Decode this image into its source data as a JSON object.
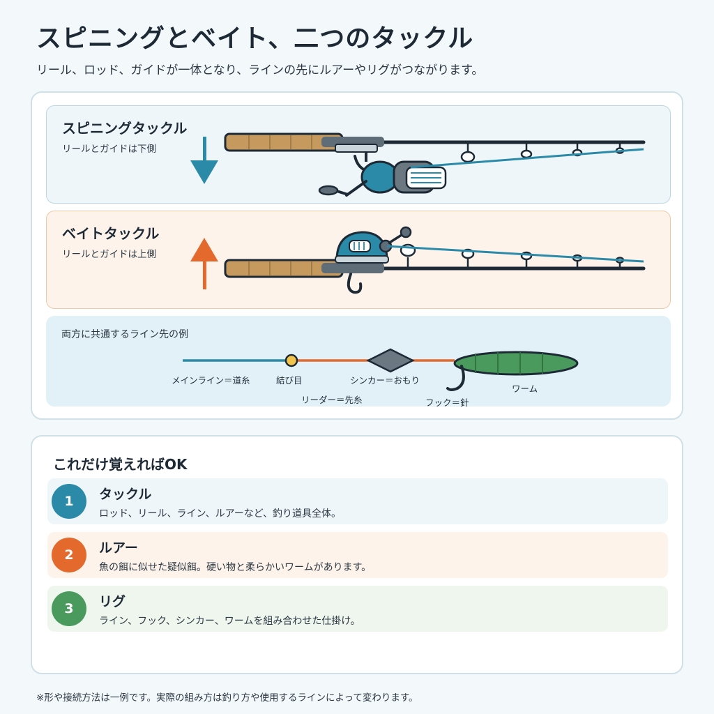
{
  "header": {
    "title": "スピニングとベイト、二つのタックル",
    "subtitle": "リール、ロッド、ガイドが一体となり、ラインの先にルアーやリグがつながります。"
  },
  "spinning": {
    "title": "スピニングタックル",
    "desc": "リールとガイドは下側",
    "arrow": "down",
    "color": "#2a8aa8"
  },
  "baitcasting": {
    "title": "ベイトタックル",
    "desc": "リールとガイドは上側",
    "arrow": "up",
    "color": "#e36a2c"
  },
  "line_example": {
    "title": "両方に共通するライン先の例",
    "labels": {
      "main_line": "メインライン＝道糸",
      "knot": "結び目",
      "leader": "リーダー＝先糸",
      "sinker": "シンカー＝おもり",
      "hook": "フック＝針",
      "worm": "ワーム"
    }
  },
  "summary": {
    "title": "これだけ覚えればOK",
    "items": [
      {
        "num": "1",
        "head": "タックル",
        "desc": "ロッド、リール、ライン、ルアーなど、釣り道具全体。",
        "color": "#2a8aa8"
      },
      {
        "num": "2",
        "head": "ルアー",
        "desc": "魚の餌に似せた疑似餌。硬い物と柔らかいワームがあります。",
        "color": "#e36a2c"
      },
      {
        "num": "3",
        "head": "リグ",
        "desc": "ライン、フック、シンカー、ワームを組み合わせた仕掛け。",
        "color": "#4a9a5e"
      }
    ]
  },
  "footnote": "※形や接続方法は一例です。実際の組み方は釣り方や使用するラインによって変わります。"
}
